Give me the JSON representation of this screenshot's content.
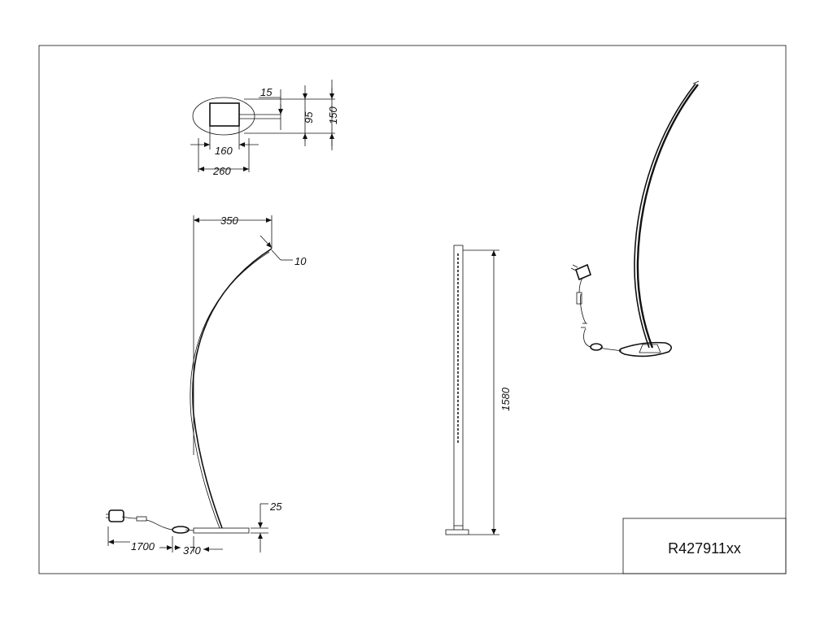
{
  "drawing": {
    "product_code": "R427911xx",
    "dimensions": {
      "top_15": "15",
      "top_95": "95",
      "top_150": "150",
      "top_160": "160",
      "top_260": "260",
      "side_350": "350",
      "side_10": "10",
      "side_25": "25",
      "side_1700": "1700",
      "side_370": "370",
      "front_1580": "1580"
    }
  }
}
